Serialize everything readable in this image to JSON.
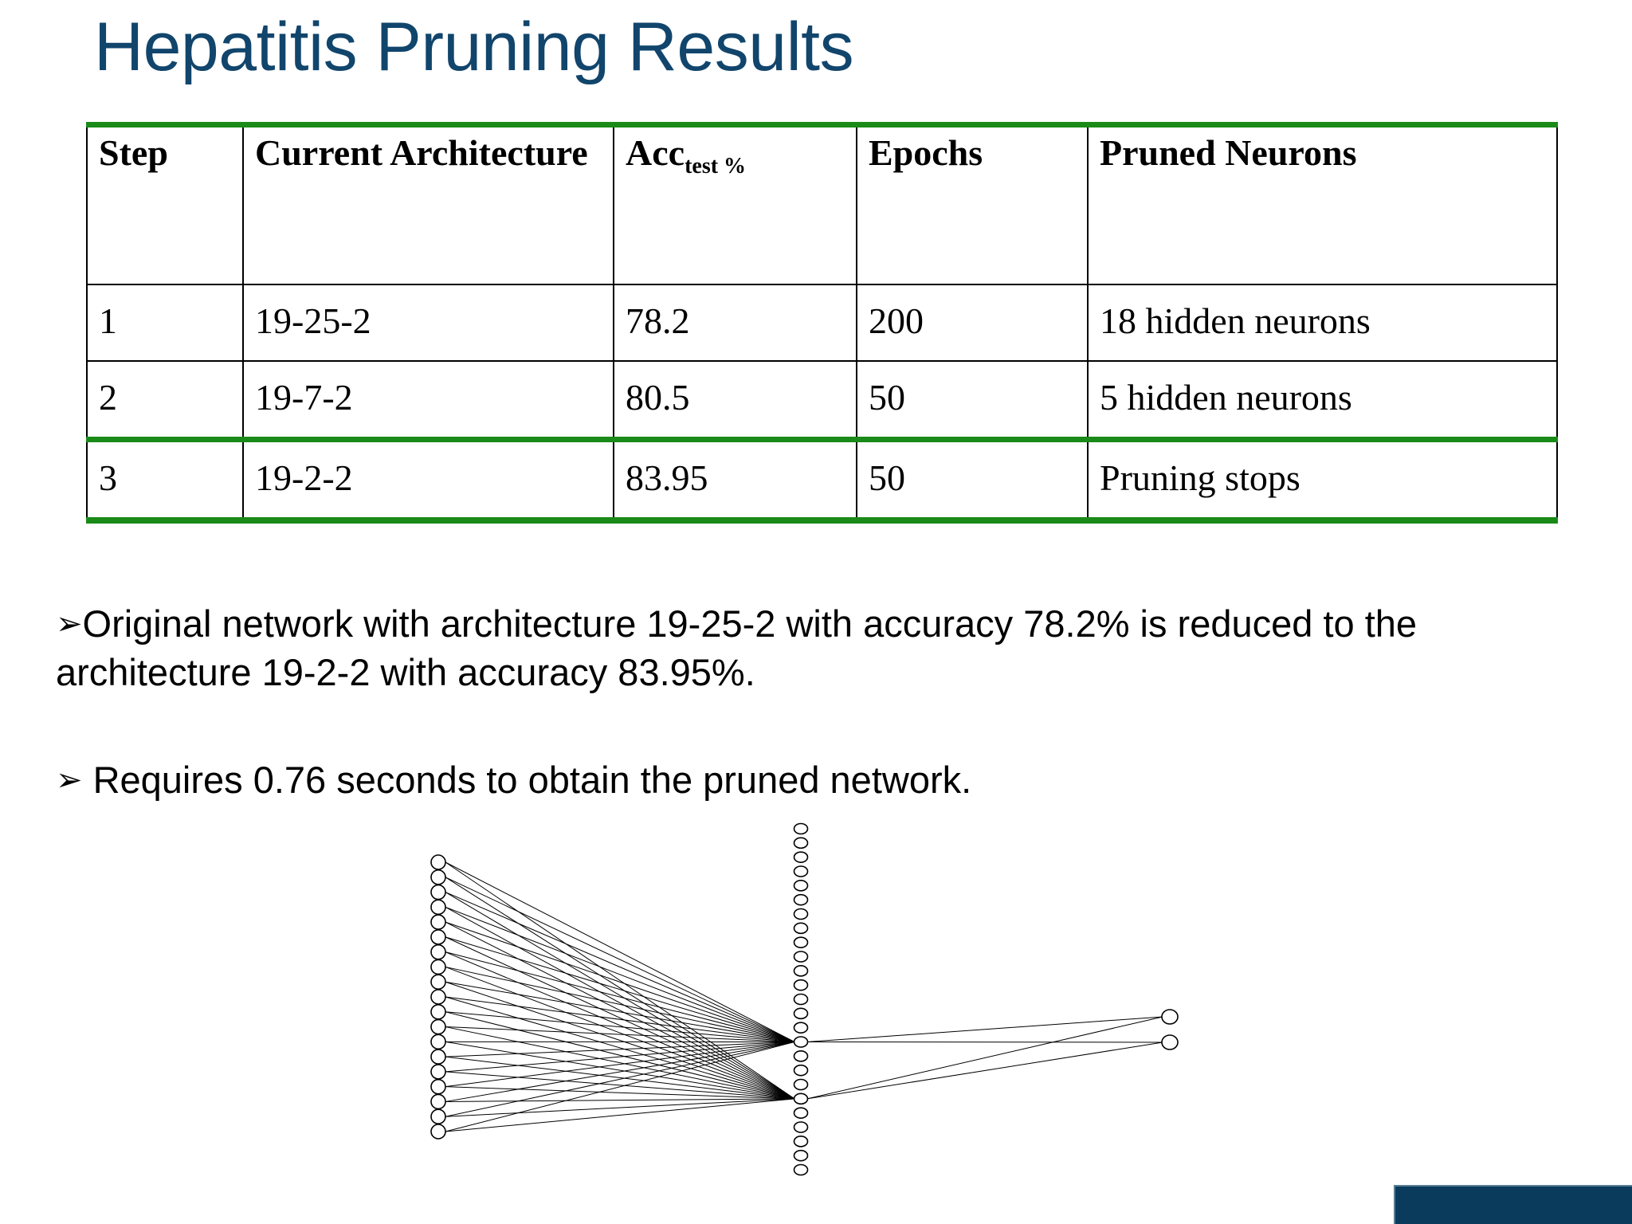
{
  "slide": {
    "title": "Hepatitis Pruning Results",
    "title_color": "#11456C",
    "accent_color": "#0B3B5C",
    "table_rule_color": "#1A8A18"
  },
  "table": {
    "columns": [
      {
        "label": "Step"
      },
      {
        "label": "Current Architecture"
      },
      {
        "label": "Acc",
        "subscript": "test %"
      },
      {
        "label": "Epochs"
      },
      {
        "label": "Pruned Neurons"
      }
    ],
    "rows": [
      {
        "step": "1",
        "architecture": "19-25-2",
        "acc_test": "78.2",
        "epochs": "200",
        "pruned_neurons": "18 hidden neurons"
      },
      {
        "step": "2",
        "architecture": "19-7-2",
        "acc_test": "80.5",
        "epochs": "50",
        "pruned_neurons": "5 hidden neurons"
      },
      {
        "step": "3",
        "architecture": "19-2-2",
        "acc_test": "83.95",
        "epochs": "50",
        "pruned_neurons": "Pruning stops"
      }
    ]
  },
  "bullets": [
    {
      "marker": "➢",
      "text": "Original network with architecture 19-25-2 with accuracy 78.2% is reduced to the architecture 19-2-2 with accuracy 83.95%."
    },
    {
      "marker": "➢",
      "text": " Requires 0.76 seconds  to obtain the pruned network."
    }
  ],
  "network": {
    "input_neurons": 19,
    "hidden_neurons_drawn": 25,
    "hidden_neurons_active": 2,
    "output_neurons": 2,
    "active_hidden_indices": [
      15,
      19
    ]
  },
  "chart_data": {
    "type": "table",
    "title": "Hepatitis Pruning Results",
    "columns": [
      "Step",
      "Current Architecture",
      "Acc_test %",
      "Epochs",
      "Pruned Neurons"
    ],
    "rows": [
      [
        "1",
        "19-25-2",
        78.2,
        200,
        "18 hidden neurons"
      ],
      [
        "2",
        "19-7-2",
        80.5,
        50,
        "5 hidden neurons"
      ],
      [
        "3",
        "19-2-2",
        83.95,
        50,
        "Pruning stops"
      ]
    ]
  }
}
